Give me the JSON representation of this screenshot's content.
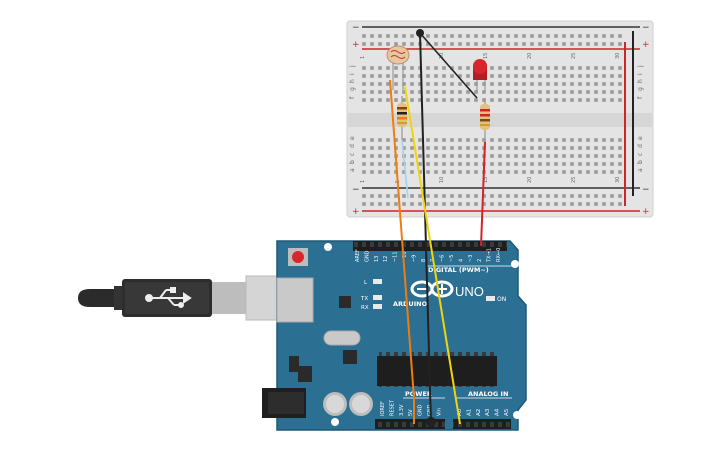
{
  "breadboard": {
    "plus": "+",
    "minus": "−",
    "row_letters_top": [
      "j",
      "i",
      "h",
      "g",
      "f"
    ],
    "row_letters_bottom": [
      "e",
      "d",
      "c",
      "b",
      "a"
    ],
    "column_numbers": [
      "1",
      "",
      "",
      "",
      "5",
      "",
      "",
      "",
      "",
      "10",
      "",
      "",
      "",
      "",
      "15",
      "",
      "",
      "",
      "",
      "20",
      "",
      "",
      "",
      "",
      "25",
      "",
      "",
      "",
      "",
      "30"
    ]
  },
  "arduino": {
    "brand": "ARDUINO",
    "model": "UNO",
    "on_label": "ON",
    "led_labels": [
      "L",
      "TX",
      "RX"
    ],
    "digital_label": "DIGITAL (PWM~)",
    "analog_label": "ANALOG IN",
    "power_label": "POWER",
    "digital_pins": [
      "AREF",
      "GND",
      "13",
      "12",
      "~11",
      "~10",
      "~9",
      "8",
      "7",
      "~6",
      "~5",
      "4",
      "~3",
      "2",
      "TX→1",
      "RX←0"
    ],
    "power_pins": [
      "IOREF",
      "RESET",
      "3.3V",
      "5V",
      "GND",
      "GND",
      "Vin"
    ],
    "analog_pins": [
      "A0",
      "A1",
      "A2",
      "A3",
      "A4",
      "A5"
    ]
  },
  "colors": {
    "board": "#2b6f93",
    "board_dark": "#1e5877",
    "breadboard": "#e8e8e8",
    "rail_red": "#d2232a",
    "rail_blue": "#2d2d2d",
    "wire_red": "#d2232a",
    "wire_orange": "#f07c0f",
    "wire_yellow": "#f2d40e",
    "wire_black": "#222222",
    "led_red": "#d8262d",
    "usb_grey": "#c9c9c9"
  }
}
